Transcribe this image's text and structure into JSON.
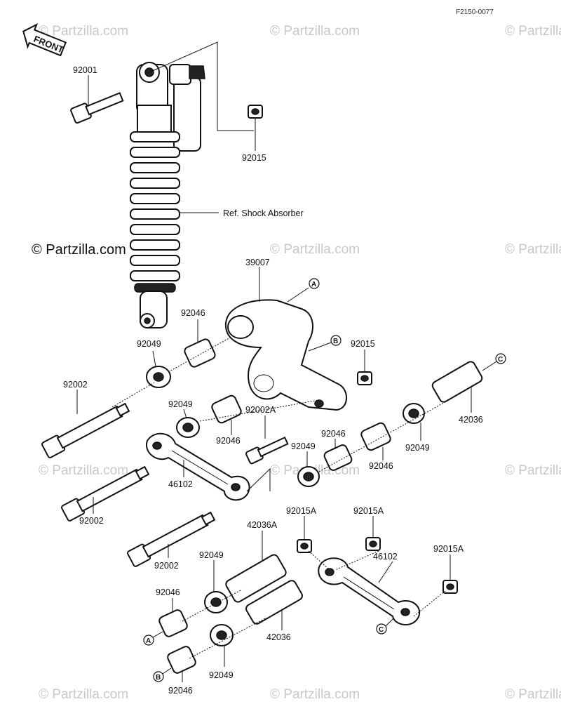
{
  "diagram_code": "F2150-0077",
  "front_badge": "FRONT",
  "watermark": "© Partzilla.com",
  "ref_label": "Ref. Shock Absorber",
  "markers": {
    "a": "A",
    "b": "B",
    "c": "C"
  },
  "parts": {
    "p92001": "92001",
    "p92015_top": "92015",
    "p39007": "39007",
    "p92046_a": "92046",
    "p92049_a": "92049",
    "p92015_mid": "92015",
    "p92002_a": "92002",
    "p92049_b": "92049",
    "p92002A": "92002A",
    "p42036_a": "42036",
    "p92046_b": "92046",
    "p92046_c": "92046",
    "p92049_c": "92049",
    "p92049_d": "92049",
    "p92046_d": "92046",
    "p46102_a": "46102",
    "p92002_b": "92002",
    "p92015A_a": "92015A",
    "p92015A_b": "92015A",
    "p42036A": "42036A",
    "p92002_c": "92002",
    "p92049_e": "92049",
    "p46102_b": "46102",
    "p92015A_c": "92015A",
    "p92046_e": "92046",
    "p42036_b": "42036",
    "p92046_f": "92046",
    "p92049_f": "92049"
  }
}
